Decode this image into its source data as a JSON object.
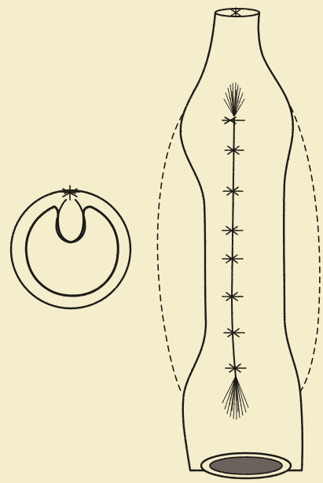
{
  "figure": {
    "background_color": "#f4eecd",
    "ink_color": "#1f1b16",
    "inner_fill_color": "#f4eecd",
    "lumen_fill_color": "#6a645c",
    "suture_count": 8,
    "elements": {
      "cross_section": "cross-section-diagram",
      "tube": "sutured-tube-diagram",
      "dashed_outline": "dashed-original-outline"
    }
  }
}
